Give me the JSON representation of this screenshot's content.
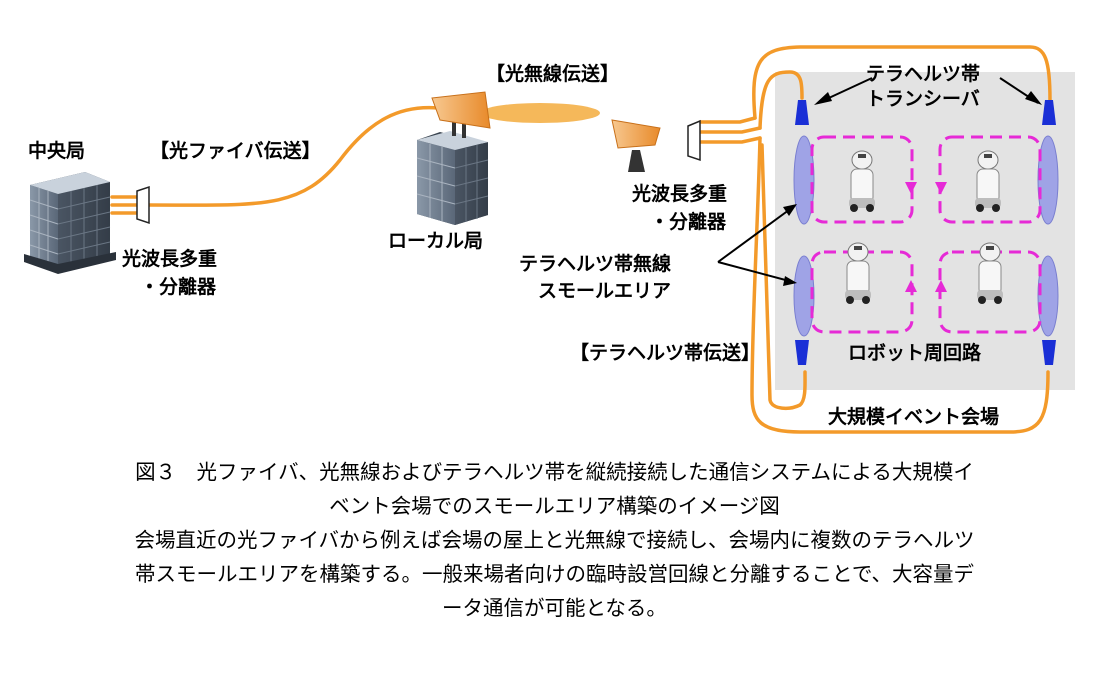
{
  "diagram": {
    "central_office": "中央局",
    "fiber_transmission": "【光ファイバ伝送】",
    "optical_wireless": "【光無線伝送】",
    "local_office": "ローカル局",
    "wdm_left_1": "光波長多重",
    "wdm_left_2": "・分離器",
    "wdm_right_1": "光波長多重",
    "wdm_right_2": "・分離器",
    "thz_transceiver_1": "テラヘルツ帯",
    "thz_transceiver_2": "トランシーバ",
    "thz_small_area_1": "テラヘルツ帯無線",
    "thz_small_area_2": "スモールエリア",
    "thz_transmission": "【テラヘルツ帯伝送】",
    "robot_loop": "ロボット周回路",
    "event_venue": "大規模イベント会場"
  },
  "caption": {
    "line1": "図３　光ファイバ、光無線およびテラヘルツ帯を縦続接続した通信システムによる大規模イ",
    "line2": "ベント会場でのスモールエリア構築のイメージ図",
    "line3": "会場直近の光ファイバから例えば会場の屋上と光無線で接続し、会場内に複数のテラヘルツ",
    "line4": "帯スモールエリアを構築する。一般来場者向けの臨時設営回線と分離することで、大容量デ",
    "line5": "ータ通信が可能となる。"
  },
  "colors": {
    "fiber": "#f39a2a",
    "loop": "#e62ad6",
    "transceiver": "#1a2fd6",
    "beam": "#9fa3e6",
    "venue_bg": "#e3e3e3"
  }
}
